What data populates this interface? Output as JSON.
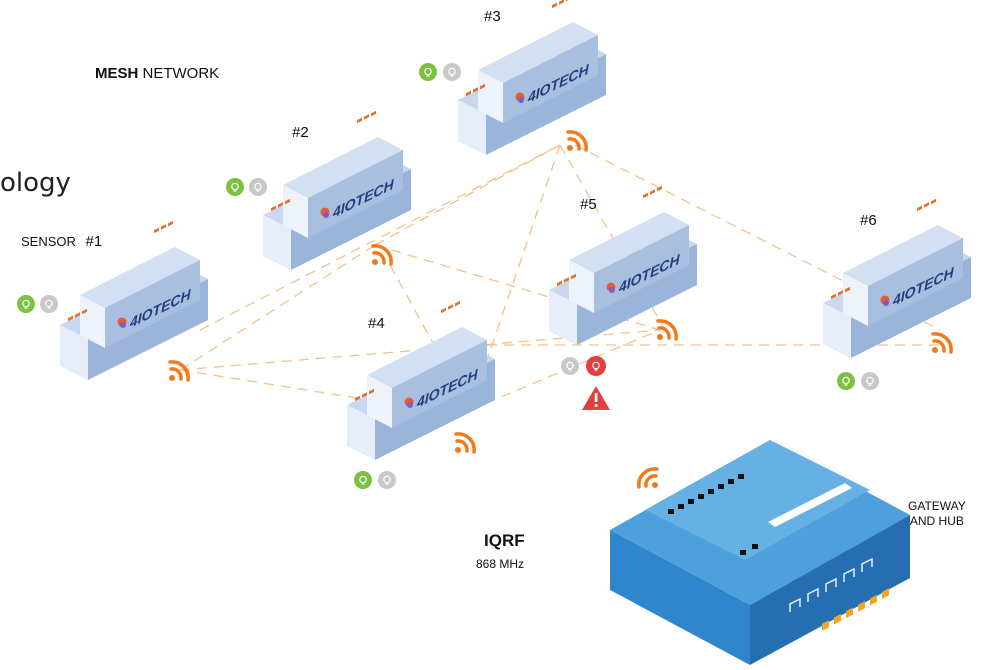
{
  "title": {
    "bold": "MESH",
    "rest": "NETWORK"
  },
  "partial_text": "ology",
  "brand": "4IOTECH",
  "nodes": [
    {
      "id": "sensor1",
      "label_prefix": "SENSOR",
      "label": "#1",
      "status": [
        "ok",
        "off"
      ]
    },
    {
      "id": "node2",
      "label": "#2",
      "status": [
        "ok",
        "off"
      ]
    },
    {
      "id": "node3",
      "label": "#3",
      "status": [
        "ok",
        "off"
      ]
    },
    {
      "id": "node4",
      "label": "#4",
      "status": [
        "ok",
        "off"
      ]
    },
    {
      "id": "node5",
      "label": "#5",
      "status": [
        "off",
        "alert"
      ],
      "warning": true
    },
    {
      "id": "node6",
      "label": "#6",
      "status": [
        "ok",
        "off"
      ]
    }
  ],
  "protocol": {
    "name": "IQRF",
    "frequency": "868 MHz"
  },
  "gateway": {
    "line1": "GATEWAY",
    "line2": "AND HUB"
  },
  "colors": {
    "link": "#f5c18c",
    "wifi": "#f07a1e",
    "ok": "#7dc142",
    "off": "#c8c8c8",
    "alert": "#e04040",
    "module_top": "#c9d8ee",
    "module_front": "#a9bfe0",
    "module_side": "#8ea9d2",
    "gateway_top": "#4a9ad8",
    "gateway_side": "#2c6fb0"
  }
}
